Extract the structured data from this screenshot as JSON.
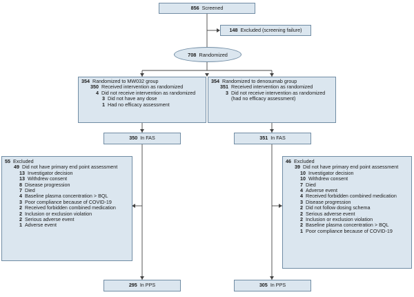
{
  "screened": {
    "n": "856",
    "label": "Screened"
  },
  "excluded_screening": {
    "n": "148",
    "label": "Excluded (screening failure)"
  },
  "randomized": {
    "n": "708",
    "label": "Randomized"
  },
  "left_arm": {
    "head_n": "354",
    "head_label": "Randomized to MW032 group",
    "received_n": "350",
    "received_label": "Received intervention as randomized",
    "not_received_n": "4",
    "not_received_label": "Did not receive intervention as randomized",
    "no_dose_n": "3",
    "no_dose_label": "Did not have any dose",
    "no_eff_n": "1",
    "no_eff_label": "Had no efficacy assessment"
  },
  "right_arm": {
    "head_n": "354",
    "head_label": "Randomized to denosumab group",
    "received_n": "351",
    "received_label": "Received intervention as randomized",
    "not_received_n": "3",
    "not_received_label": "Did not receive intervention as randomized (had no efficacy assessment)"
  },
  "left_fas": {
    "n": "350",
    "label": "In FAS"
  },
  "right_fas": {
    "n": "351",
    "label": "In FAS"
  },
  "left_excluded": {
    "n": "55",
    "label": "Excluded",
    "sub_n": "49",
    "sub_label": "Did not have primary end point assessment",
    "reasons": [
      {
        "n": "13",
        "label": "Investigator decision"
      },
      {
        "n": "13",
        "label": "Withdrew consent"
      },
      {
        "n": "8",
        "label": "Disease progression"
      },
      {
        "n": "7",
        "label": "Died"
      },
      {
        "n": "4",
        "label": "Baseline plasma concentration > BQL"
      },
      {
        "n": "3",
        "label": "Poor compliance because of COVID-19"
      },
      {
        "n": "2",
        "label": "Received forbidden combined medication"
      }
    ],
    "others": [
      {
        "n": "2",
        "label": "Inclusion or exclusion violation"
      },
      {
        "n": "2",
        "label": "Serious adverse event"
      },
      {
        "n": "1",
        "label": "Adverse event"
      }
    ]
  },
  "right_excluded": {
    "n": "46",
    "label": "Excluded",
    "sub_n": "39",
    "sub_label": "Did not have primary end point assessment",
    "reasons": [
      {
        "n": "10",
        "label": "Investigator decision"
      },
      {
        "n": "10",
        "label": "Withdrew consent"
      },
      {
        "n": "7",
        "label": "Died"
      },
      {
        "n": "4",
        "label": "Adverse event"
      },
      {
        "n": "4",
        "label": "Received forbidden combined medication"
      },
      {
        "n": "3",
        "label": "Disease progression"
      },
      {
        "n": "2",
        "label": "Did not follow dosing schema"
      },
      {
        "n": "2",
        "label": "Serious adverse event"
      },
      {
        "n": "2",
        "label": "Inclusion or exclusion violation"
      },
      {
        "n": "2",
        "label": "Baseline plasma concentration > BQL"
      },
      {
        "n": "1",
        "label": "Poor compliance because of COVID-19"
      }
    ],
    "others": []
  },
  "left_pps": {
    "n": "295",
    "label": "In PPS"
  },
  "right_pps": {
    "n": "305",
    "label": "In PPS"
  }
}
